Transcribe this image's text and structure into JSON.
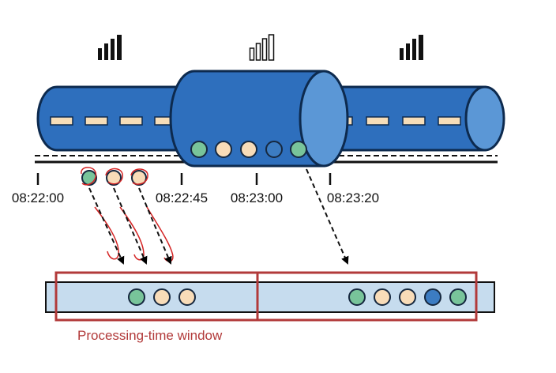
{
  "colors": {
    "pipe_fill": "#2e6fbd",
    "pipe_stroke": "#0d2a4e",
    "pipe_end": "#5b97d6",
    "dash": "#f6ddb8",
    "green": "#78c49a",
    "beige": "#f8dcb8",
    "blue": "#3c7cc2",
    "window_fill": "#c6dcee",
    "window_outline": "#b23a3a",
    "red_annotation": "#d42424"
  },
  "signal_icons": [
    "signal-bars-full-icon",
    "signal-bars-outline-icon",
    "signal-bars-full-icon"
  ],
  "timeline": {
    "ticks": [
      "08:22:00",
      "08:22:45",
      "08:23:00",
      "08:23:20"
    ]
  },
  "events_under_timeline": [
    "green",
    "beige",
    "beige"
  ],
  "events_in_middle_pipe": [
    "green",
    "beige",
    "beige",
    "blue",
    "green"
  ],
  "windows": [
    {
      "events": [
        "green",
        "beige",
        "beige"
      ]
    },
    {
      "events": [
        "green",
        "beige",
        "beige",
        "blue",
        "green"
      ]
    }
  ],
  "window_label": "Processing-time window"
}
